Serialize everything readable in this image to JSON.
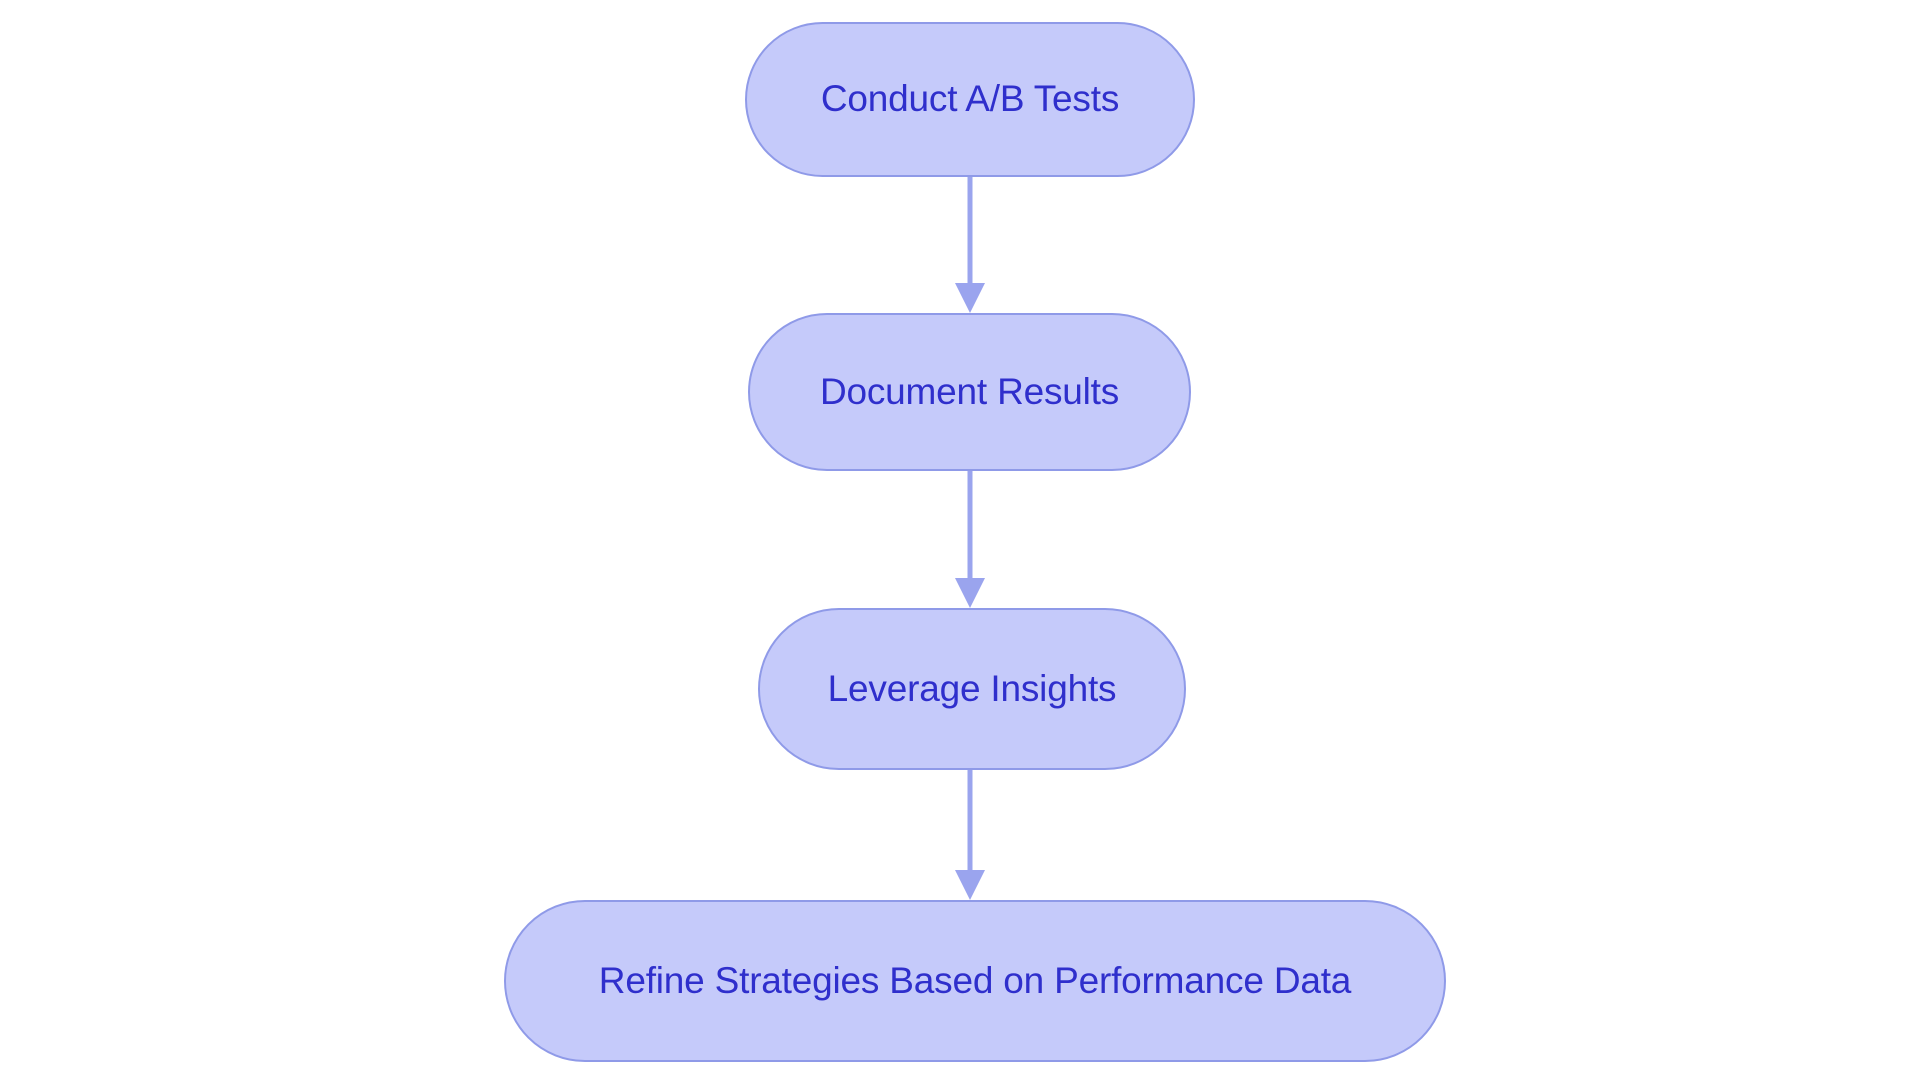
{
  "diagram": {
    "type": "flowchart",
    "orientation": "top-to-bottom",
    "background_color": "#ffffff",
    "node_fill_color": "#c5cafa",
    "node_border_color": "#8f9ae8",
    "node_text_color": "#2f2fcc",
    "edge_color": "#9aa4ee",
    "nodes": [
      {
        "id": "conduct-ab-tests",
        "label": "Conduct A/B Tests"
      },
      {
        "id": "document-results",
        "label": "Document Results"
      },
      {
        "id": "leverage-insights",
        "label": "Leverage Insights"
      },
      {
        "id": "refine-strategies",
        "label": "Refine Strategies Based on Performance Data"
      }
    ],
    "edges": [
      {
        "from": "conduct-ab-tests",
        "to": "document-results",
        "label": ""
      },
      {
        "from": "document-results",
        "to": "leverage-insights",
        "label": ""
      },
      {
        "from": "leverage-insights",
        "to": "refine-strategies",
        "label": ""
      }
    ]
  }
}
